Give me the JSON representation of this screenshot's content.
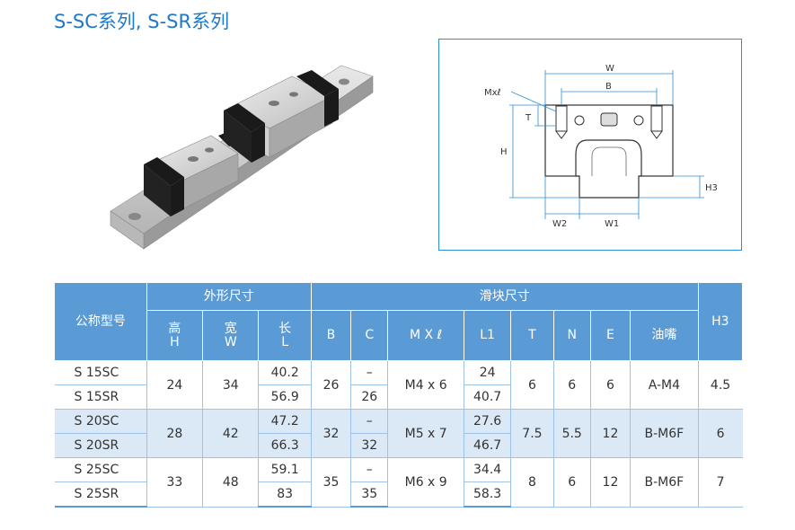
{
  "title": "S-SC系列, S-SR系列",
  "drawing_labels": {
    "w": "W",
    "b": "B",
    "mxl": "Mxℓ",
    "t": "T",
    "h": "H",
    "h3": "H3",
    "w2": "W2",
    "w1": "W1"
  },
  "table": {
    "header_model": "公称型号",
    "group_outer": "外形尺寸",
    "group_slider": "滑块尺寸",
    "col_h": "高\nH",
    "col_w": "宽\nW",
    "col_l": "长\nL",
    "col_b": "B",
    "col_c": "C",
    "col_mxl": "M X ℓ",
    "col_l1": "L1",
    "col_t": "T",
    "col_n": "N",
    "col_e": "E",
    "col_nozzle": "油嘴",
    "col_h3": "H3",
    "groups": [
      {
        "rows": [
          {
            "model": "S 15SC",
            "l": "40.2",
            "c": "–",
            "l1": "24"
          },
          {
            "model": "S 15SR",
            "l": "56.9",
            "c": "26",
            "l1": "40.7"
          }
        ],
        "h": "24",
        "w": "34",
        "b": "26",
        "mxl": "M4 x 6",
        "t": "6",
        "n": "6",
        "e": "6",
        "nozzle": "A-M4",
        "h3": "4.5"
      },
      {
        "rows": [
          {
            "model": "S 20SC",
            "l": "47.2",
            "c": "–",
            "l1": "27.6"
          },
          {
            "model": "S 20SR",
            "l": "66.3",
            "c": "32",
            "l1": "46.7"
          }
        ],
        "h": "28",
        "w": "42",
        "b": "32",
        "mxl": "M5 x 7",
        "t": "7.5",
        "n": "5.5",
        "e": "12",
        "nozzle": "B-M6F",
        "h3": "6"
      },
      {
        "rows": [
          {
            "model": "S 25SC",
            "l": "59.1",
            "c": "–",
            "l1": "34.4"
          },
          {
            "model": "S 25SR",
            "l": "83",
            "c": "35",
            "l1": "58.3"
          }
        ],
        "h": "33",
        "w": "48",
        "b": "35",
        "mxl": "M6 x 9",
        "t": "8",
        "n": "6",
        "e": "12",
        "nozzle": "B-M6F",
        "h3": "7"
      }
    ]
  }
}
